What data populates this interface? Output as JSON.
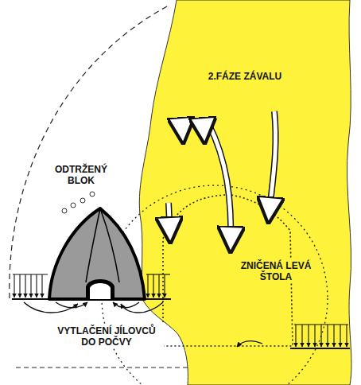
{
  "diagram": {
    "labels": [
      "2.FÁZE ZÁVALU",
      "ODTRŽENÝ BLOK",
      "ZNIČENÁ LEVÁ ŠTOLA",
      "VYTLAČENÍ JÍLOVCŮ DO POČVY"
    ]
  }
}
